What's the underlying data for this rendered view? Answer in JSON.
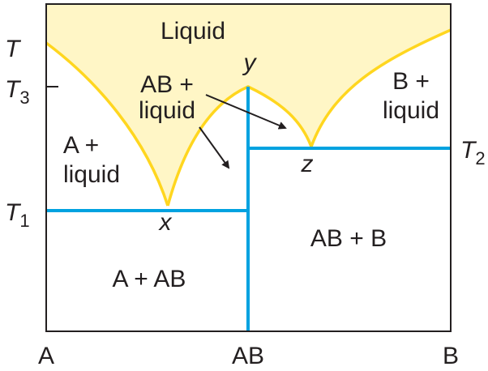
{
  "diagram": {
    "regions": {
      "liquid": "Liquid",
      "ab_liquid_line1": "AB +",
      "ab_liquid_line2": "liquid",
      "b_liquid_line1": "B +",
      "b_liquid_line2": "liquid",
      "a_liquid_line1": "A +",
      "a_liquid_line2": "liquid",
      "ab_b": "AB + B",
      "a_ab": "A + AB"
    },
    "points": {
      "x": "x",
      "y": "y",
      "z": "z"
    },
    "temperatures": {
      "t": "T",
      "t3_base": "T",
      "t3_sub": "3",
      "t1_base": "T",
      "t1_sub": "1",
      "t2_base": "T",
      "t2_sub": "2"
    },
    "composition_axis": {
      "left": "A",
      "middle": "AB",
      "right": "B"
    },
    "colors": {
      "liquid_fill": "#fff6c6",
      "liquidus_line": "#ffd61f",
      "solidus_lines": "#00a2e0",
      "frame": "#231f20",
      "arrows": "#231f20"
    }
  }
}
